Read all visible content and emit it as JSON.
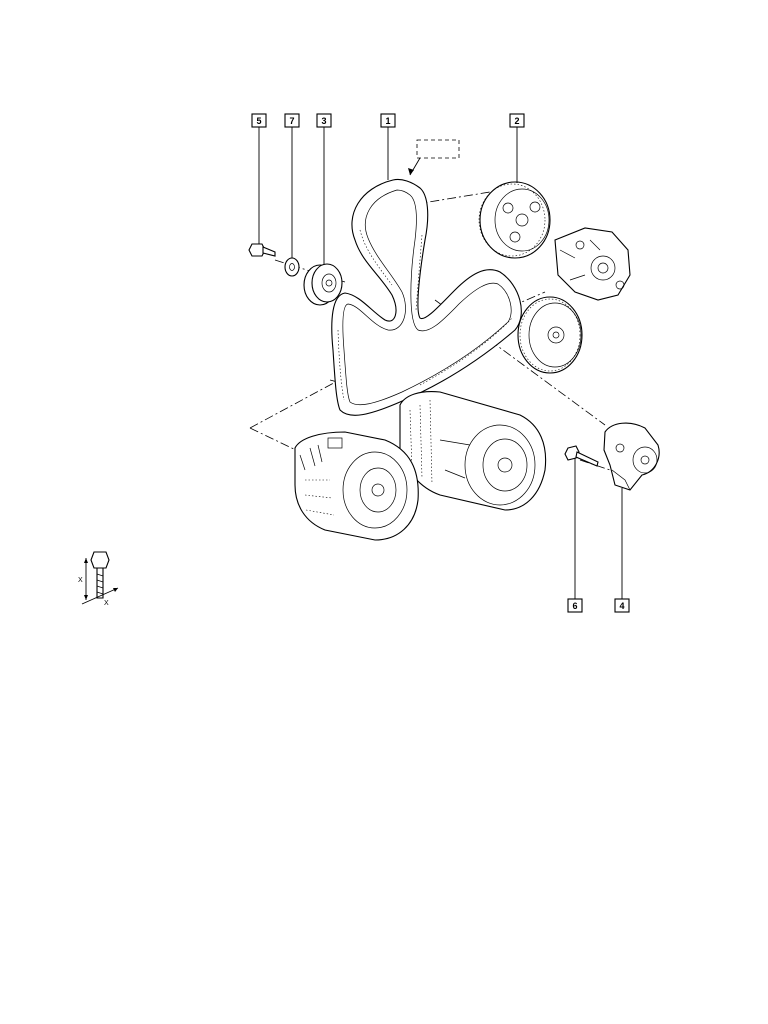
{
  "callouts": {
    "c1": "1",
    "c2": "2",
    "c3": "3",
    "c4": "4",
    "c5": "5",
    "c6": "6",
    "c7": "7"
  },
  "bolt_detail": {
    "dim_label_1": "X",
    "dim_label_2": "X"
  }
}
